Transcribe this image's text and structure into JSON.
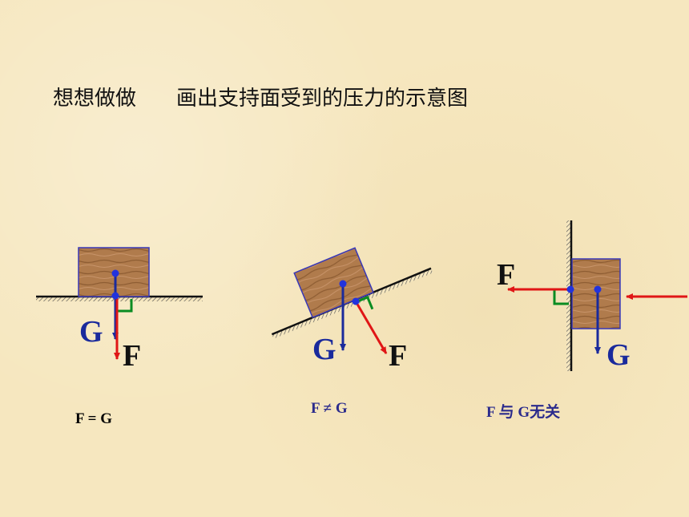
{
  "heading": {
    "prefix": "想想做做",
    "task": "画出支持面受到的压力的示意图"
  },
  "labels": {
    "gravity": "G",
    "force": "F"
  },
  "captions": {
    "horizontal": "F = G",
    "incline": "F ≠ G",
    "wall": "F 与 G无关"
  },
  "colors": {
    "background": "#f6e7bf",
    "block": "#b07b4c",
    "block_border": "#3838b8",
    "gravity_arrow": "#1a2a9c",
    "force_arrow": "#e01616",
    "right_angle": "#0a8c22",
    "surface": "#111111"
  }
}
